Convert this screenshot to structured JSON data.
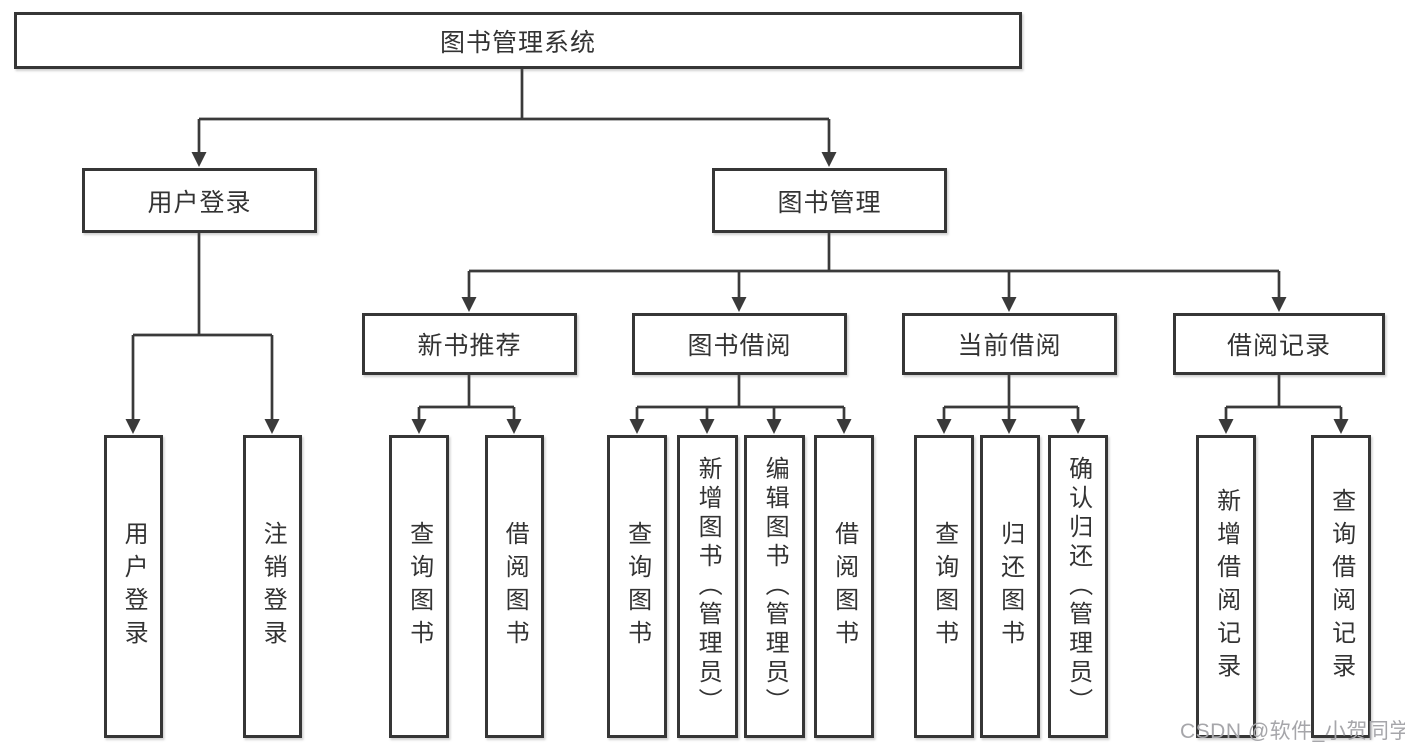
{
  "tree": {
    "root": {
      "label": "图书管理系统"
    },
    "branches": [
      {
        "label": "用户登录",
        "children": [
          {
            "label": "用户登录"
          },
          {
            "label": "注销登录"
          }
        ]
      },
      {
        "label": "图书管理",
        "children": [
          {
            "label": "新书推荐",
            "children": [
              {
                "label": "查询图书"
              },
              {
                "label": "借阅图书"
              }
            ]
          },
          {
            "label": "图书借阅",
            "children": [
              {
                "label": "查询图书"
              },
              {
                "label": "新增图书（管理员）"
              },
              {
                "label": "编辑图书（管理员）"
              },
              {
                "label": "借阅图书"
              }
            ]
          },
          {
            "label": "当前借阅",
            "children": [
              {
                "label": "查询图书"
              },
              {
                "label": "归还图书"
              },
              {
                "label": "确认归还（管理员）"
              }
            ]
          },
          {
            "label": "借阅记录",
            "children": [
              {
                "label": "新增借阅记录"
              },
              {
                "label": "查询借阅记录"
              }
            ]
          }
        ]
      }
    ]
  },
  "watermark": {
    "text": "CSDN @软件_小贺同学"
  },
  "colors": {
    "line": "#3a3a3a",
    "border": "#363636",
    "text": "#333333",
    "watermark": "#a6a6aa",
    "background": "#ffffff"
  }
}
